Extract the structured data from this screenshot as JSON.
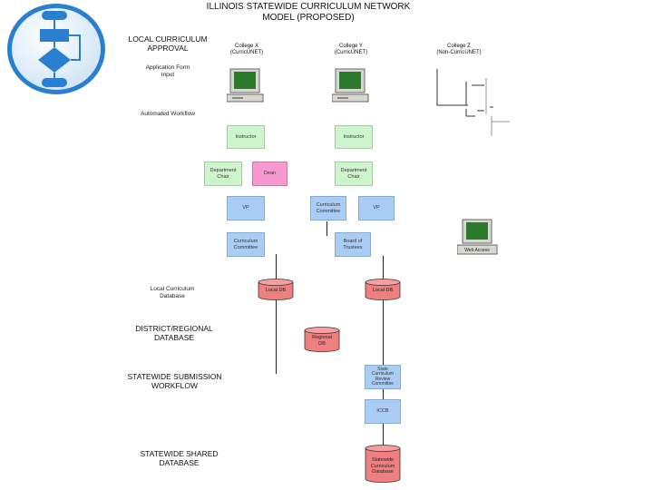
{
  "title": [
    "ILLINOIS STATEWIDE CURRICULUM NETWORK",
    "MODEL (PROPOSED)"
  ],
  "sections": {
    "local_approval": [
      "LOCAL CURRICULUM",
      "APPROVAL"
    ],
    "application_form": [
      "Application Form",
      "Input"
    ],
    "automated_workflow": "Automated Workflow",
    "local_db": [
      "Local Curriculum",
      "Database"
    ],
    "district": [
      "DISTRICT/REGIONAL",
      "DATABASE"
    ],
    "submission": [
      "STATEWIDE SUBMISSION",
      "WORKFLOW"
    ],
    "shared": [
      "STATEWIDE SHARED",
      "DATABASE"
    ]
  },
  "colleges": [
    {
      "name": "College X",
      "sub": "(CurricUNET)"
    },
    {
      "name": "College Y",
      "sub": "(CurricUNET)"
    },
    {
      "name": "College Z",
      "sub": "(Non-CurricUNET)"
    }
  ],
  "boxes": {
    "instructor_x": "Instructor",
    "instructor_y": "Instructor",
    "dept_chair_x": [
      "Department",
      "Chair"
    ],
    "dean": "Dean",
    "dept_chair_y": [
      "Department",
      "Chair"
    ],
    "vp_x": "VP",
    "curric_committee_y": [
      "Curriculum",
      "Committee"
    ],
    "vp_y": "VP",
    "curric_committee_x": [
      "Curriculum",
      "Committee"
    ],
    "board_trustees": [
      "Board of",
      "Trustees"
    ],
    "state_review": [
      "State",
      "Curriculum",
      "Review",
      "Committee"
    ],
    "iccb": "ICCB"
  },
  "databases": {
    "local_x": "Local DB",
    "local_y": "Local DB",
    "regional": [
      "Regional",
      "DB"
    ],
    "statewide": [
      "Statewide",
      "Curriculum",
      "Database"
    ]
  },
  "computer_z_label": "Web Access",
  "colors": {
    "green": "#ccf5cc",
    "pink": "#f59ad0",
    "blue": "#a9cdf5",
    "db_red": "#f08080",
    "logo_blue": "#2a7fd0"
  }
}
